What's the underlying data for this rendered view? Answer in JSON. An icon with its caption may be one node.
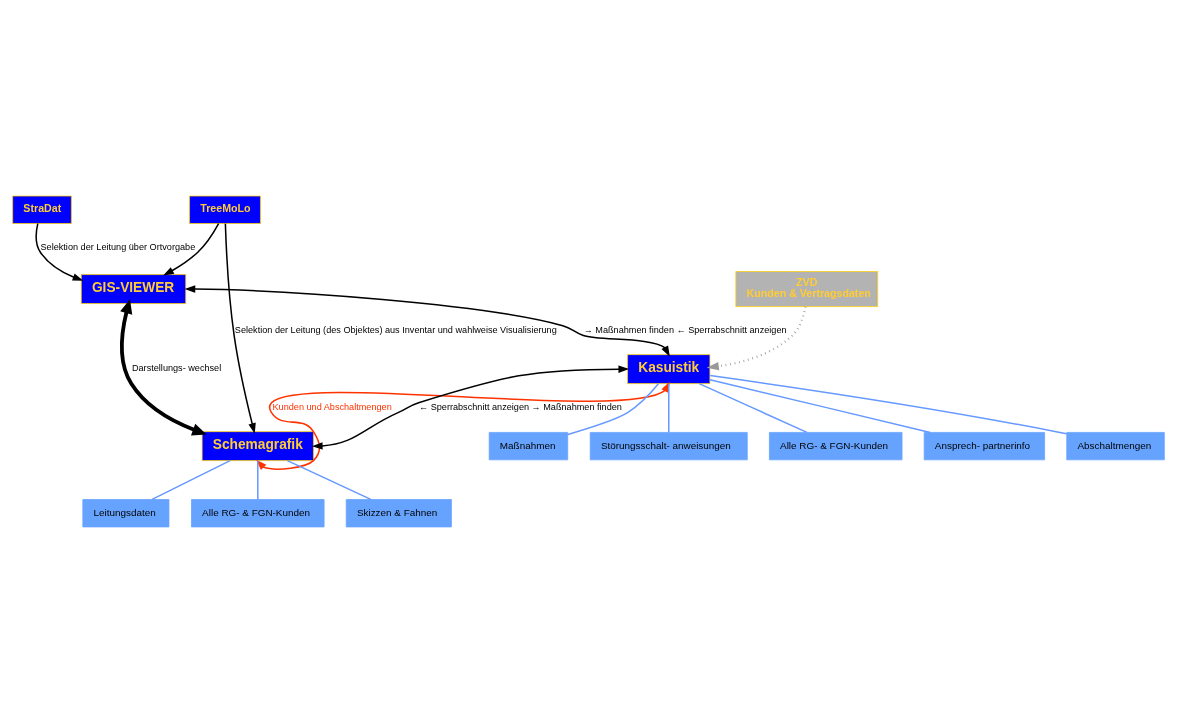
{
  "diagram": {
    "nodes": [
      {
        "text": [
          "StraDat"
        ]
      },
      {
        "text": [
          "GIS-VIEWER"
        ]
      },
      {
        "text": [
          "TreeMoLo"
        ]
      },
      {
        "text": [
          "ZVD",
          "Kunden & Vertragsdaten"
        ]
      },
      {
        "text": [
          "Kasuistik"
        ]
      },
      {
        "text": [
          "Schemagrafik"
        ]
      },
      {
        "text": [
          "Maßnahmen"
        ]
      },
      {
        "text": [
          "Störungsschalt- anweisungen"
        ]
      },
      {
        "text": [
          "Alle RG- & FGN-Kunden"
        ]
      },
      {
        "text": [
          "Ansprech- partnerinfo"
        ]
      },
      {
        "text": [
          "Abschaltmengen"
        ]
      },
      {
        "text": [
          "Leitungsdaten"
        ]
      },
      {
        "text": [
          "Alle RG- & FGN-Kunden"
        ]
      },
      {
        "text": [
          "Skizzen & Fahnen"
        ]
      }
    ],
    "edges": [
      {
        "from": 0,
        "to": 1,
        "arrow": "to",
        "label": "Selektion der Leitung über Ortvorgabe",
        "color": "#000000"
      },
      {
        "from": 2,
        "to": 1,
        "arrow": "to",
        "color": "#000000"
      },
      {
        "from": 2,
        "to": 5,
        "arrow": "to",
        "label": "Selektion der Leitung (des Objektes) aus Inventar und wahlweise Visualisierung",
        "color": "#000000"
      },
      {
        "from": 1,
        "to": 4,
        "arrow": "both",
        "label": "→ Maßnahmen finden ← Sperrabschnitt anzeigen",
        "color": "#000000"
      },
      {
        "from": 1,
        "to": 5,
        "arrow": "both",
        "label": "Darstellungs- wechsel",
        "style": "thick",
        "color": "#000000"
      },
      {
        "from": 3,
        "to": 4,
        "arrow": "to",
        "style": "dashed",
        "color": "#999999"
      },
      {
        "from": 5,
        "to": 4,
        "arrow": "both",
        "label": "← Sperrabschnitt anzeigen → Maßnahmen finden",
        "color": "#000000"
      },
      {
        "from": 4,
        "to": 5,
        "arrow": "both",
        "label": "Kunden und Abschaltmengen",
        "color": "#ff3300"
      },
      {
        "from": 4,
        "to": 6,
        "arrow": "none"
      },
      {
        "from": 4,
        "to": 7,
        "arrow": "none"
      },
      {
        "from": 4,
        "to": 8,
        "arrow": "none"
      },
      {
        "from": 4,
        "to": 9,
        "arrow": "none"
      },
      {
        "from": 4,
        "to": 10,
        "arrow": "none"
      },
      {
        "from": 5,
        "to": 11,
        "arrow": "none"
      },
      {
        "from": 5,
        "to": 12,
        "arrow": "none"
      },
      {
        "from": 5,
        "to": 13,
        "arrow": "none"
      }
    ]
  }
}
